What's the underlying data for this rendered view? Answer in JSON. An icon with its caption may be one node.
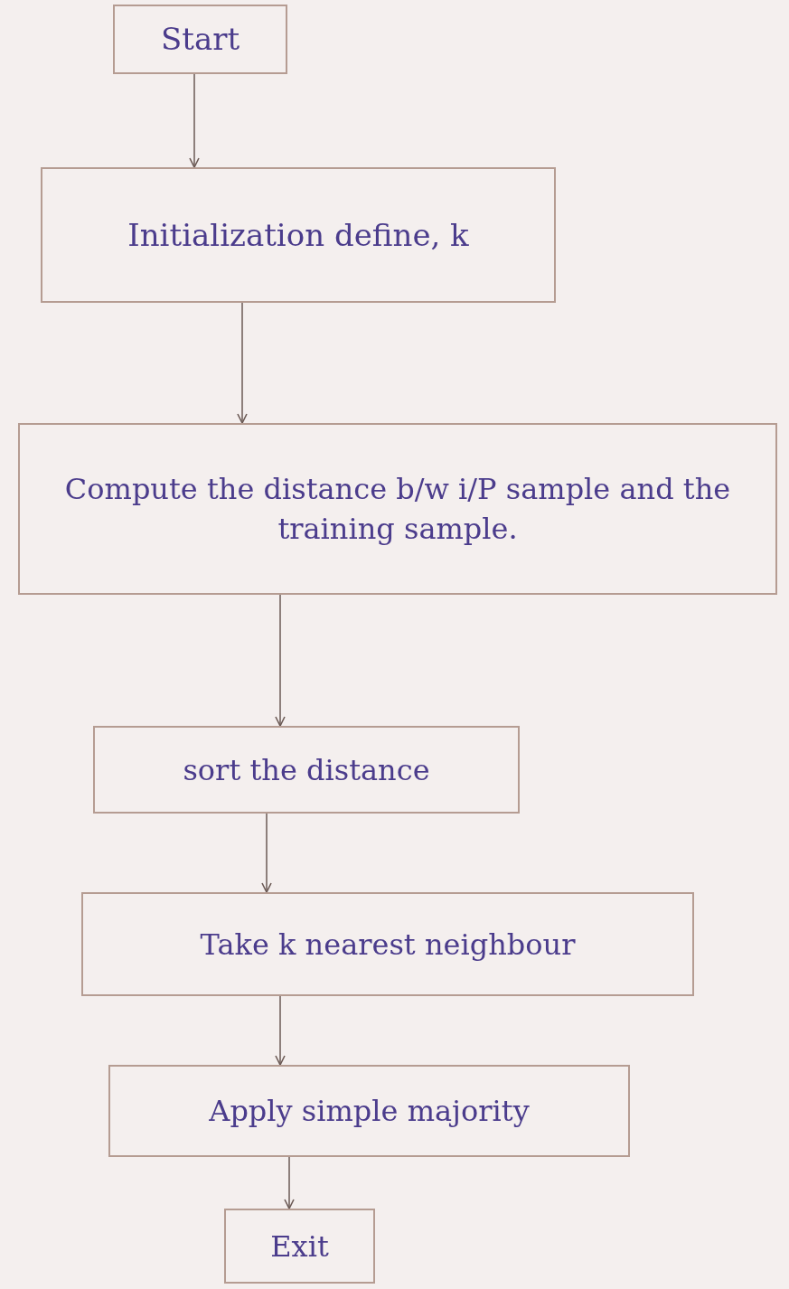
{
  "diagram": {
    "nodes": [
      {
        "text": [
          "Start"
        ]
      },
      {
        "text": [
          "Initialization define, k"
        ]
      },
      {
        "text": [
          "Compute the distance b/w i/P sample and the training sample."
        ]
      },
      {
        "text": [
          "sort the distance"
        ]
      },
      {
        "text": [
          "Take k nearest neighbour"
        ]
      },
      {
        "text": [
          "Apply simple majority"
        ]
      },
      {
        "text": [
          "Exit"
        ]
      }
    ],
    "edges": [
      {
        "from": 0,
        "to": 1,
        "arrow": "to"
      },
      {
        "from": 1,
        "to": 2,
        "arrow": "to"
      },
      {
        "from": 2,
        "to": 3,
        "arrow": "to"
      },
      {
        "from": 3,
        "to": 4,
        "arrow": "to"
      },
      {
        "from": 4,
        "to": 5,
        "arrow": "to"
      },
      {
        "from": 5,
        "to": 6,
        "arrow": "to"
      }
    ]
  }
}
